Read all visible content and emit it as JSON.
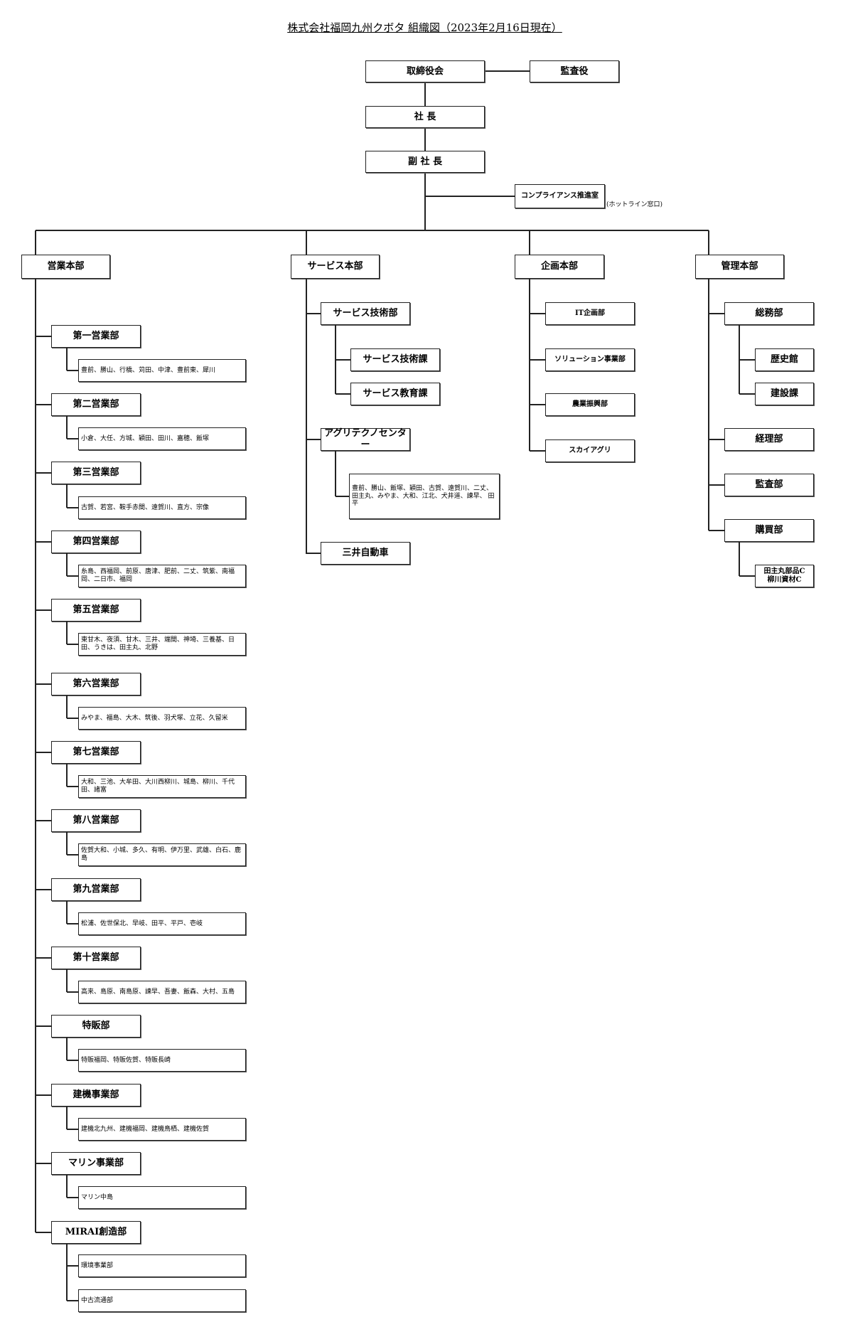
{
  "title": "株式会社福岡九州クボタ 組織図（2023年2月16日現在）",
  "top": {
    "board": "取締役会",
    "auditor": "監査役",
    "president": "社 長",
    "vice_president": "副 社 長",
    "compliance": "コンプライアンス推進室",
    "compliance_note": "(ホットライン窓口)"
  },
  "divisions": {
    "sales": {
      "label": "営業本部",
      "departments": [
        {
          "label": "第一営業部",
          "subs": [
            "豊前、勝山、行橋、苅田、中津、豊前東、犀川"
          ]
        },
        {
          "label": "第二営業部",
          "subs": [
            "小倉、大任、方城、穎田、田川、嘉穂、飯塚"
          ]
        },
        {
          "label": "第三営業部",
          "subs": [
            "古賀、若宮、鞍手赤間、遠賀川、直方、宗像"
          ]
        },
        {
          "label": "第四営業部",
          "subs": [
            "糸島、西福岡、前原、唐津、肥前、二丈、筑紫、南福岡、二日市、福岡"
          ]
        },
        {
          "label": "第五営業部",
          "subs": [
            "東甘木、夜須、甘木、三井、端間、神埼、三養基、日田、うきは、田主丸、北野"
          ]
        },
        {
          "label": "第六営業部",
          "subs": [
            "みやま、福島、大木、筑後、羽犬塚、立花、久留米"
          ]
        },
        {
          "label": "第七営業部",
          "subs": [
            "大和、三池、大牟田、大川西柳川、城島、柳川、千代田、諸富"
          ]
        },
        {
          "label": "第八営業部",
          "subs": [
            "佐賀大和、小城、多久、有明、伊万里、武雄、白石、鹿島"
          ]
        },
        {
          "label": "第九営業部",
          "subs": [
            "松浦、佐世保北、早岐、田平、平戸、壱岐"
          ]
        },
        {
          "label": "第十営業部",
          "subs": [
            "高来、島原、南島原、諫早、吾妻、飯森、大村、五島"
          ]
        },
        {
          "label": "特販部",
          "subs": [
            "特販福岡、特販佐賀、特販長崎"
          ]
        },
        {
          "label": "建機事業部",
          "subs": [
            "建機北九州、建機福岡、建機鳥栖、建機佐賀"
          ]
        },
        {
          "label": "マリン事業部",
          "subs": [
            "マリン中島"
          ]
        },
        {
          "label": "MIRAI創造部",
          "subs": [
            "環境事業部",
            "中古流通部"
          ]
        }
      ]
    },
    "service": {
      "label": "サービス本部",
      "departments": [
        {
          "label": "サービス技術部",
          "subs": [
            "サービス技術課",
            "サービス教育課"
          ]
        },
        {
          "label": "アグリテクノセンター",
          "subs": [
            "豊前、勝山、飯塚、穎田、古賀、遠賀川、二丈、田主丸、みやま、大和、江北、犬井道、諫早、 田平"
          ]
        },
        {
          "label": "三井自動車",
          "subs": []
        }
      ]
    },
    "planning": {
      "label": "企画本部",
      "departments": [
        {
          "label": "IT企画部"
        },
        {
          "label": "ソリューション事業部"
        },
        {
          "label": "農業振興部"
        },
        {
          "label": "スカイアグリ"
        }
      ]
    },
    "admin": {
      "label": "管理本部",
      "departments": [
        {
          "label": "総務部",
          "subs": [
            "歴史館",
            "建設課"
          ]
        },
        {
          "label": "経理部",
          "subs": []
        },
        {
          "label": "監査部",
          "subs": []
        },
        {
          "label": "購買部",
          "subs": [
            "田主丸部品C\n柳川資材C"
          ]
        }
      ]
    }
  }
}
